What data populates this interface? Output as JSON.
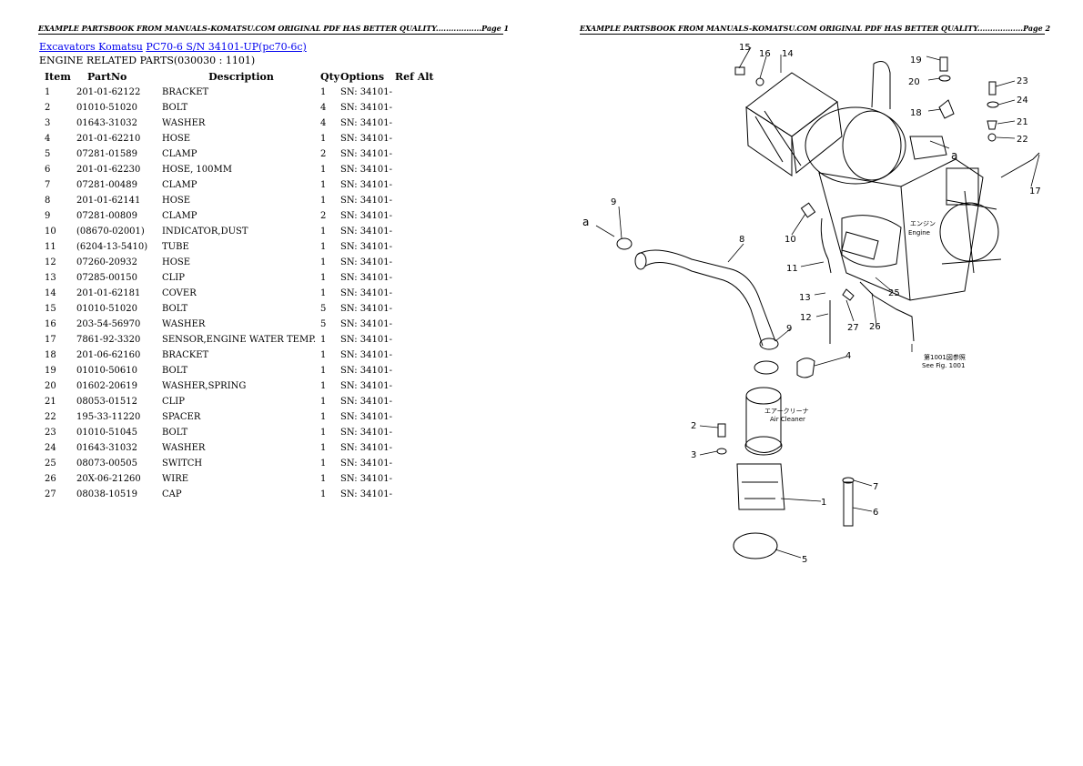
{
  "page1": {
    "header": "EXAMPLE PARTSBOOK FROM MANUALS-KOMATSU.COM ORIGINAL PDF HAS BETTER QUALITY..................Page 1",
    "breadcrumb": {
      "link1": "Excavators Komatsu",
      "link2": "PC70-6 S/N 34101-UP(pc70-6c)"
    },
    "section": "ENGINE RELATED PARTS(030030 : 1101)",
    "columns": [
      "Item",
      "PartNo",
      "Description",
      "Qty",
      "Options",
      "Ref Alt"
    ],
    "rows": [
      [
        "1",
        "201-01-62122",
        "BRACKET",
        "1",
        "SN: 34101-",
        ""
      ],
      [
        "2",
        "01010-51020",
        "BOLT",
        "4",
        "SN: 34101-",
        ""
      ],
      [
        "3",
        "01643-31032",
        "WASHER",
        "4",
        "SN: 34101-",
        ""
      ],
      [
        "4",
        "201-01-62210",
        "HOSE",
        "1",
        "SN: 34101-",
        ""
      ],
      [
        "5",
        "07281-01589",
        "CLAMP",
        "2",
        "SN: 34101-",
        ""
      ],
      [
        "6",
        "201-01-62230",
        "HOSE, 100MM",
        "1",
        "SN: 34101-",
        ""
      ],
      [
        "7",
        "07281-00489",
        "CLAMP",
        "1",
        "SN: 34101-",
        ""
      ],
      [
        "8",
        "201-01-62141",
        "HOSE",
        "1",
        "SN: 34101-",
        ""
      ],
      [
        "9",
        "07281-00809",
        "CLAMP",
        "2",
        "SN: 34101-",
        ""
      ],
      [
        "10",
        "(08670-02001)",
        "INDICATOR,DUST",
        "1",
        "SN: 34101-",
        ""
      ],
      [
        "11",
        "(6204-13-5410)",
        "TUBE",
        "1",
        "SN: 34101-",
        ""
      ],
      [
        "12",
        "07260-20932",
        "HOSE",
        "1",
        "SN: 34101-",
        ""
      ],
      [
        "13",
        "07285-00150",
        "CLIP",
        "1",
        "SN: 34101-",
        ""
      ],
      [
        "14",
        "201-01-62181",
        "COVER",
        "1",
        "SN: 34101-",
        ""
      ],
      [
        "15",
        "01010-51020",
        "BOLT",
        "5",
        "SN: 34101-",
        ""
      ],
      [
        "16",
        "203-54-56970",
        "WASHER",
        "5",
        "SN: 34101-",
        ""
      ],
      [
        "17",
        "7861-92-3320",
        "SENSOR,ENGINE WATER TEMP.",
        "1",
        "SN: 34101-",
        ""
      ],
      [
        "18",
        "201-06-62160",
        "BRACKET",
        "1",
        "SN: 34101-",
        ""
      ],
      [
        "19",
        "01010-50610",
        "BOLT",
        "1",
        "SN: 34101-",
        ""
      ],
      [
        "20",
        "01602-20619",
        "WASHER,SPRING",
        "1",
        "SN: 34101-",
        ""
      ],
      [
        "21",
        "08053-01512",
        "CLIP",
        "1",
        "SN: 34101-",
        ""
      ],
      [
        "22",
        "195-33-11220",
        "SPACER",
        "1",
        "SN: 34101-",
        ""
      ],
      [
        "23",
        "01010-51045",
        "BOLT",
        "1",
        "SN: 34101-",
        ""
      ],
      [
        "24",
        "01643-31032",
        "WASHER",
        "1",
        "SN: 34101-",
        ""
      ],
      [
        "25",
        "08073-00505",
        "SWITCH",
        "1",
        "SN: 34101-",
        ""
      ],
      [
        "26",
        "20X-06-21260",
        "WIRE",
        "1",
        "SN: 34101-",
        ""
      ],
      [
        "27",
        "08038-10519",
        "CAP",
        "1",
        "SN: 34101-",
        ""
      ]
    ]
  },
  "page2": {
    "header": "EXAMPLE PARTSBOOK FROM MANUALS-KOMATSU.COM ORIGINAL PDF HAS BETTER QUALITY..................Page 2",
    "diagram_labels": {
      "engine_jp": "エンジン",
      "engine": "Engine",
      "aircleaner_jp": "エアークリーナ",
      "aircleaner": "Air Cleaner",
      "see_fig_jp": "第1001図参照",
      "see_fig": "See Fig. 1001",
      "ref_a": "a"
    }
  }
}
